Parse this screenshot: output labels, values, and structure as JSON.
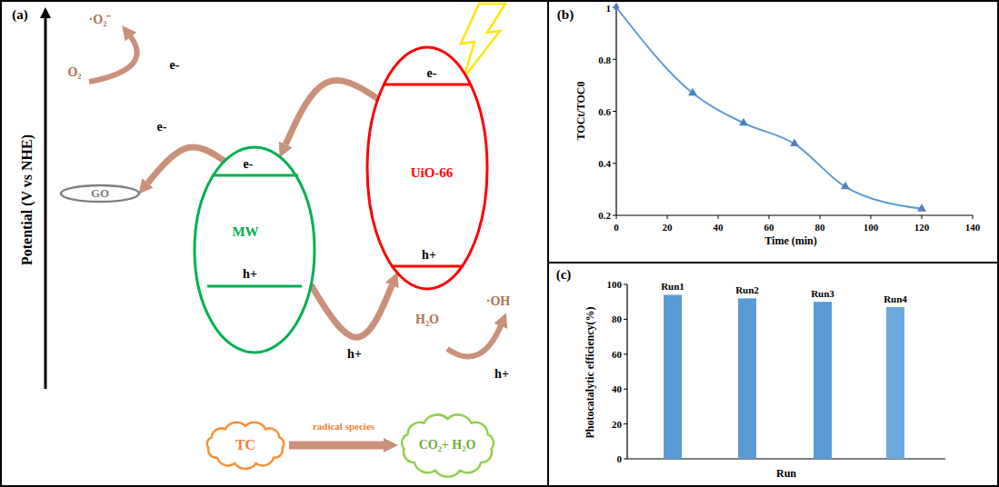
{
  "diagram": {
    "nodes": [
      {
        "text": [
          "GO"
        ]
      },
      {
        "text": [
          "e-",
          "MW",
          "h+"
        ]
      },
      {
        "text": [
          "e-",
          "UiO-66",
          "h+"
        ]
      },
      {
        "text": [
          "TC"
        ]
      },
      {
        "text": [
          "CO₂+ H₂O"
        ]
      }
    ],
    "edges": [
      {
        "from": 2,
        "to": 1,
        "arrow": "to"
      },
      {
        "from": 1,
        "to": 0,
        "label": "e-",
        "arrow": "to"
      },
      {
        "from": 1,
        "to": 2,
        "label": "h+",
        "arrow": "to"
      },
      {
        "from": 3,
        "to": 4,
        "label": "radical species",
        "arrow": "to"
      }
    ],
    "labels": [
      "(a)",
      "Potential (V vs NHE)",
      "·O₂⁻",
      "e-",
      "O₂",
      "H₂O",
      "·OH",
      "h+",
      "(b)",
      "TOCt/TOC0",
      "1",
      "0.8",
      "0.6",
      "0.4",
      "0.2",
      "0",
      "20",
      "40",
      "60",
      "80",
      "100",
      "120",
      "140",
      "Time (min)",
      "(c)",
      "Photocatalytic efficiency(%)",
      "100",
      "80",
      "60",
      "40",
      "20",
      "0",
      "Run1",
      "Run2",
      "Run3",
      "Run4",
      "Run"
    ]
  }
}
